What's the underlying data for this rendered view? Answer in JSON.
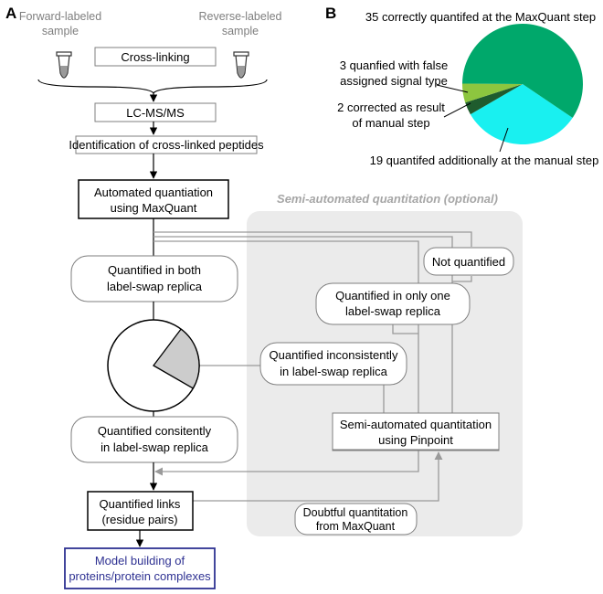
{
  "panel_a": {
    "label": "A",
    "forward_sample": [
      "Forward-labeled",
      "sample"
    ],
    "reverse_sample": [
      "Reverse-labeled",
      "sample"
    ],
    "crosslinking": "Cross-linking",
    "lcms": "LC-MS/MS",
    "identification": "Identification of cross-linked peptides",
    "automated": [
      "Automated quantiation",
      "using MaxQuant"
    ],
    "semi_region_title": "Semi-automated quantitation (optional)",
    "quantified_both": [
      "Quantified in both",
      "label-swap replica"
    ],
    "not_quantified": "Not quantified",
    "only_one": [
      "Quantified in only one",
      "label-swap replica"
    ],
    "inconsistent": [
      "Quantified inconsistently",
      "in label-swap replica"
    ],
    "consistent": [
      "Quantified consitently",
      "in label-swap replica"
    ],
    "pinpoint": [
      "Semi-automated quantitation",
      "using Pinpoint"
    ],
    "quantified_links": [
      "Quantified links",
      "(residue pairs)"
    ],
    "doubtful": [
      "Doubtful quantitation",
      "from MaxQuant"
    ],
    "model_building": [
      "Model building of",
      "proteins/protein complexes"
    ],
    "colors": {
      "region": "#ebebeb",
      "grey_arrow": "#9a9a9a",
      "model_text": "#2e3192",
      "model_border": "#2e3192",
      "pie_slice": "#cccccc"
    }
  },
  "panel_b": {
    "label": "B",
    "chart_data": {
      "type": "pie",
      "slices": [
        {
          "label": "35 correctly quantifed at the MaxQuant step",
          "value": 35,
          "color": "#00a86b"
        },
        {
          "label": "19 quantifed additionally at the manual step",
          "value": 19,
          "color": "#19f0f0"
        },
        {
          "label": "2 corrected as result of manual step",
          "label_lines": [
            "2 corrected as result",
            "of manual step"
          ],
          "value": 2,
          "color": "#1f5c2e"
        },
        {
          "label": "3 quanfied with false assigned signal type",
          "label_lines": [
            "3 quanfied with false",
            "assigned signal type"
          ],
          "value": 3,
          "color": "#8dc63f"
        }
      ]
    }
  }
}
